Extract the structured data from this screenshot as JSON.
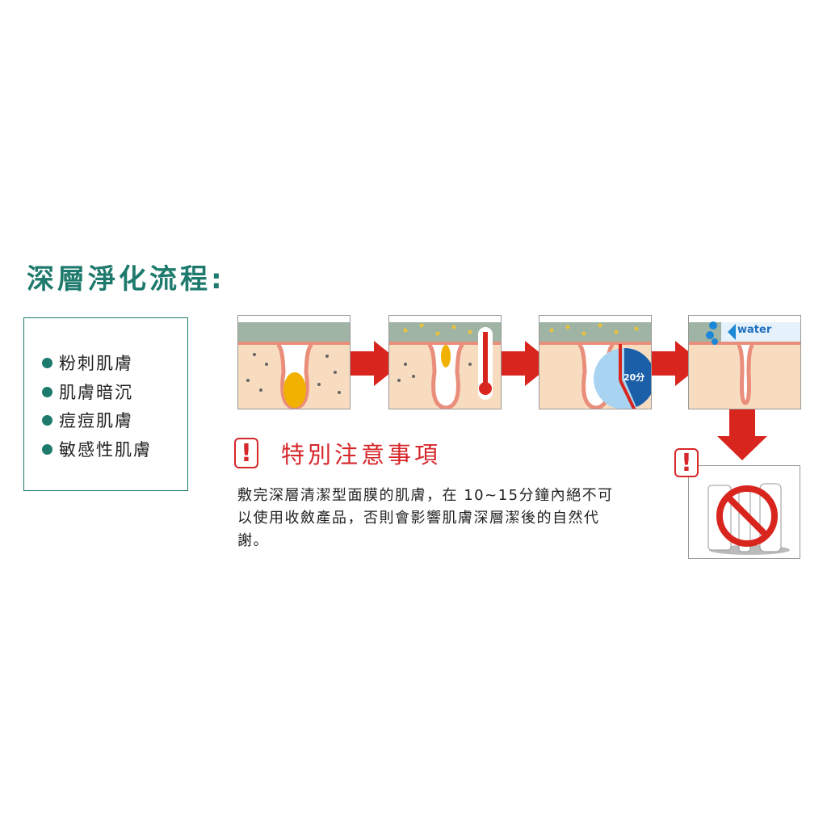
{
  "title": "深層淨化流程:",
  "skin_types": [
    "粉刺肌膚",
    "肌膚暗沉",
    "痘痘肌膚",
    "敏感性肌膚"
  ],
  "steps": {
    "timer_label": "20分",
    "water_label": "water"
  },
  "warning": {
    "icon": "exclamation-icon",
    "exclamation": "!",
    "title": "特別注意事項",
    "body": "敷完深層清潔型面膜的肌膚，在 10~15分鐘內絕不可以使用收斂產品，否則會影響肌膚深層潔後的自然代謝。"
  },
  "colors": {
    "teal": "#1d7a6c",
    "red": "#d6262a",
    "skin": "#f8dcc0",
    "mask": "#9fb4a5"
  }
}
